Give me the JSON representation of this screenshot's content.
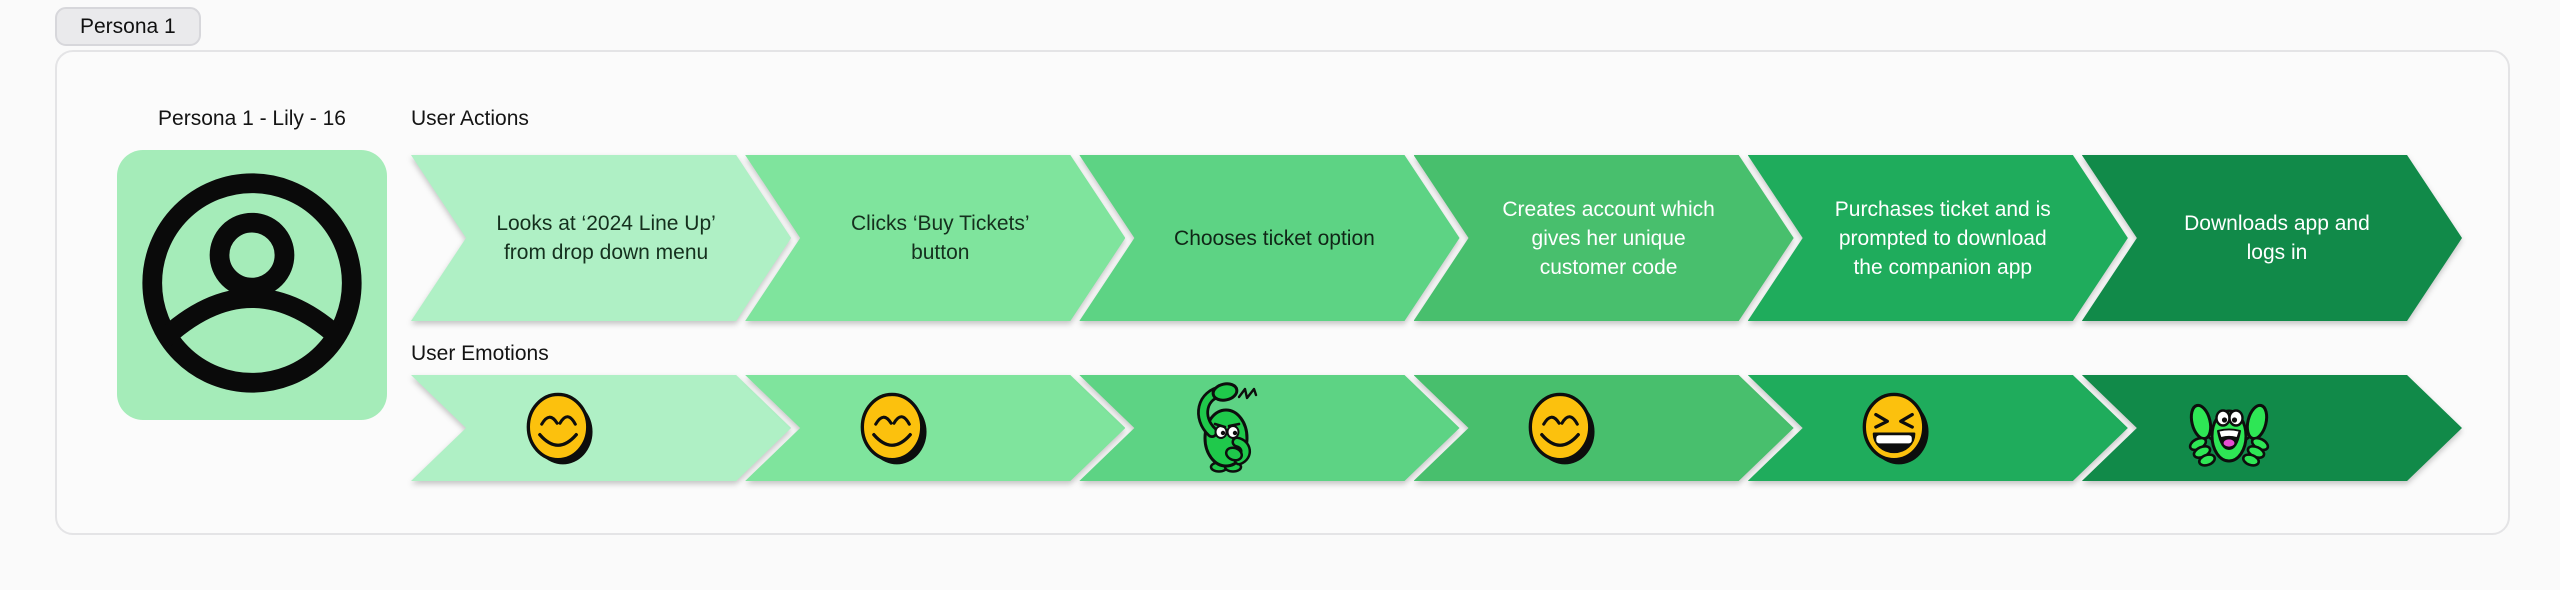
{
  "page": {
    "background": "#fafafa",
    "card_background": "#fbfbfb"
  },
  "tab": {
    "label": "Persona 1"
  },
  "persona": {
    "name": "Persona 1 - Lily - 16",
    "avatar_icon": "user-circle-icon",
    "avatar_bg": "#a5ecb9"
  },
  "sections": {
    "actions_label": "User Actions",
    "emotions_label": "User Emotions"
  },
  "journey": {
    "steps": [
      {
        "action": "Looks at ‘2024 Line Up’ from drop down menu",
        "emotion_icon": "smiling-face-icon",
        "color": "#aff0c5",
        "text_color": "#15301e"
      },
      {
        "action": "Clicks ‘Buy Tickets’ button",
        "emotion_icon": "smiling-face-icon",
        "color": "#7fe49d",
        "text_color": "#15301e"
      },
      {
        "action": "Chooses ticket option",
        "emotion_icon": "confused-character-icon",
        "color": "#5dd384",
        "text_color": "#102617"
      },
      {
        "action": "Creates account which gives her unique customer code",
        "emotion_icon": "smiling-face-icon",
        "color": "#48bf6d",
        "text_color": "#ffffff"
      },
      {
        "action": "Purchases ticket and is prompted to download the companion app",
        "emotion_icon": "laughing-face-icon",
        "color": "#1fac5c",
        "text_color": "#ffffff"
      },
      {
        "action": "Downloads app and logs in",
        "emotion_icon": "thumbs-up-character-icon",
        "color": "#118a49",
        "text_color": "#ffffff"
      }
    ]
  }
}
